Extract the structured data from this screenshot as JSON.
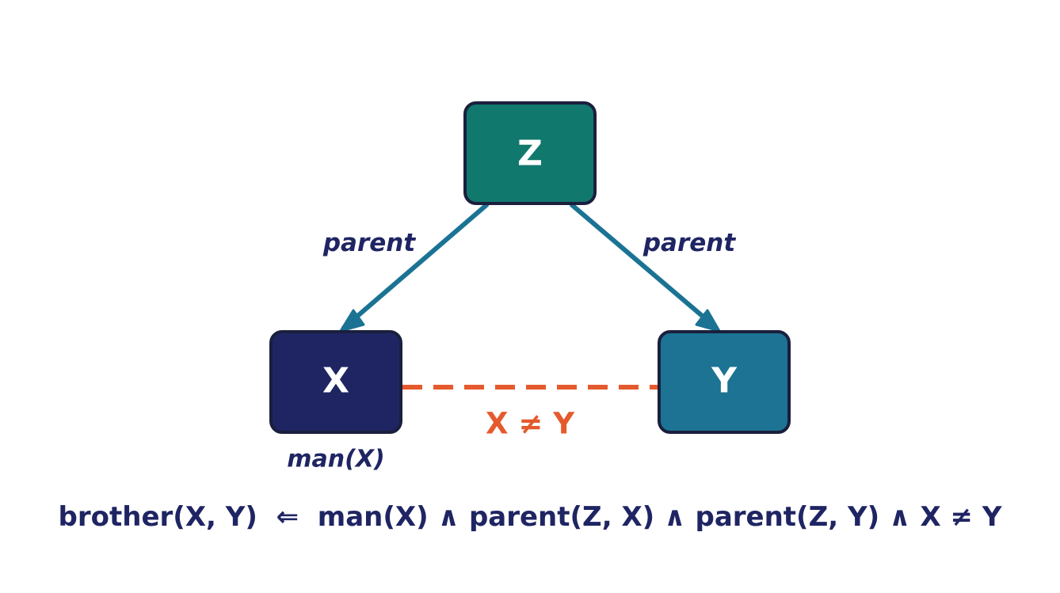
{
  "nodes": {
    "z": {
      "label": "Z",
      "fill": "#11786e"
    },
    "x": {
      "label": "X",
      "fill": "#1f2563"
    },
    "y": {
      "label": "Y",
      "fill": "#1d7393"
    }
  },
  "edges": {
    "z_to_x": {
      "label": "parent"
    },
    "z_to_y": {
      "label": "parent"
    }
  },
  "node_annotation": {
    "x": "man(X)"
  },
  "constraint": {
    "label": "X ≠ Y"
  },
  "formula": "brother(X, Y)  ⇐  man(X) ∧ parent(Z, X) ∧ parent(Z, Y) ∧ X ≠ Y",
  "colors": {
    "navy": "#1f2563",
    "arrow": "#1b7394",
    "constraint": "#e55a2d",
    "border": "#1a1f3d"
  }
}
